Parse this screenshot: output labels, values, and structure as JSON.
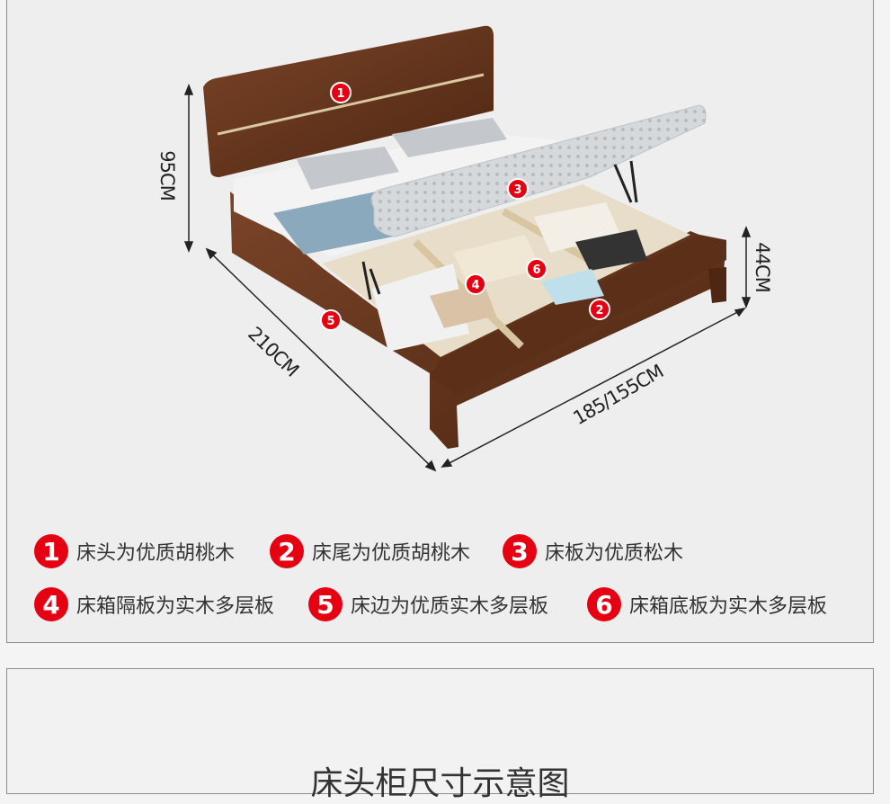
{
  "dimensions": {
    "height": "95CM",
    "side_height": "44CM",
    "length": "210CM",
    "width": "185/155CM"
  },
  "markers": [
    "1",
    "2",
    "3",
    "4",
    "5",
    "6"
  ],
  "legend": [
    {
      "num": "1",
      "text": "床头为优质胡桃木"
    },
    {
      "num": "2",
      "text": "床尾为优质胡桃木"
    },
    {
      "num": "3",
      "text": "床板为优质松木"
    },
    {
      "num": "4",
      "text": "床箱隔板为实木多层板"
    },
    {
      "num": "5",
      "text": "床边为优质实木多层板"
    },
    {
      "num": "6",
      "text": "床箱底板为实木多层板"
    }
  ],
  "section_title": "床头柜尺寸示意图",
  "colors": {
    "accent": "#e50012",
    "wood": "#6b3a22",
    "frame_border": "#8c8c8c"
  }
}
